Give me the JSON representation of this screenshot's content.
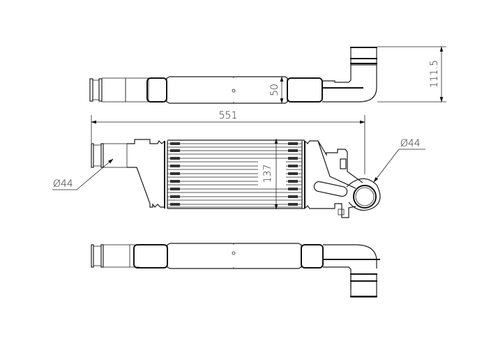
{
  "drawing": {
    "subject": "Intercooler technical drawing (top, front, bottom views)",
    "views": [
      "top-view",
      "front-view",
      "bottom-view"
    ]
  },
  "dimensions": {
    "overall_length": "551",
    "core_tube_height": "50",
    "overall_height_top_view": "111.5",
    "core_height": "137",
    "inlet_diameter_left": "Ø44",
    "outlet_diameter_right": "Ø44"
  },
  "colors": {
    "line": "#1a1a1a",
    "background": "#ffffff"
  }
}
